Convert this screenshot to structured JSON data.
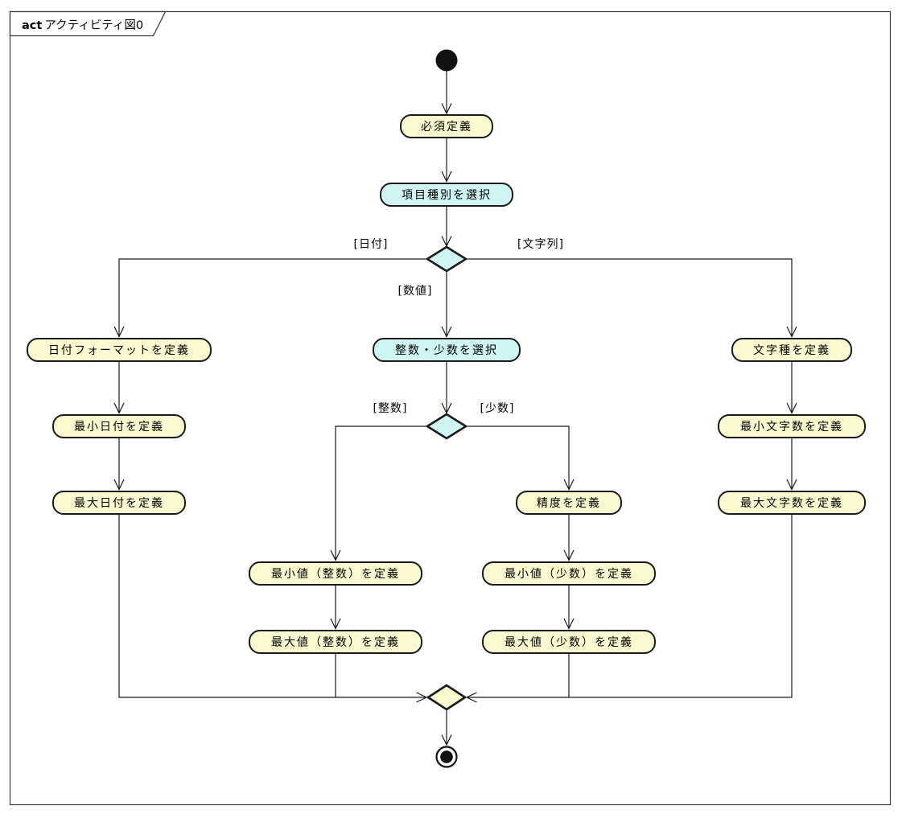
{
  "frame": {
    "keyword": "act",
    "title": "アクティビティ図0"
  },
  "colors": {
    "action_fill": "#FAFAD0",
    "select_fill": "#CFF5F5",
    "merge_fill": "#FAFAD0",
    "node_border": "#1A1A1A",
    "edge_color": "#1A1A1A"
  },
  "actions": {
    "required": {
      "label": "必須定義"
    },
    "select_item_type": {
      "label": "項目種別を選択"
    },
    "define_date_format": {
      "label": "日付フォーマットを定義"
    },
    "select_int_or_decimal": {
      "label": "整数・少数を選択"
    },
    "define_char_type": {
      "label": "文字種を定義"
    },
    "define_min_date": {
      "label": "最小日付を定義"
    },
    "define_min_char_count": {
      "label": "最小文字数を定義"
    },
    "define_max_date": {
      "label": "最大日付を定義"
    },
    "define_precision": {
      "label": "精度を定義"
    },
    "define_max_char_count": {
      "label": "最大文字数を定義"
    },
    "define_min_value_int": {
      "label": "最小値（整数）を定義"
    },
    "define_min_value_decimal": {
      "label": "最小値（少数）を定義"
    },
    "define_max_value_int": {
      "label": "最大値（整数）を定義"
    },
    "define_max_value_decimal": {
      "label": "最大値（少数）を定義"
    }
  },
  "guards": {
    "date": "[日付]",
    "numeric": "[数値]",
    "string": "[文字列]",
    "integer": "[整数]",
    "decimal": "[少数]"
  }
}
